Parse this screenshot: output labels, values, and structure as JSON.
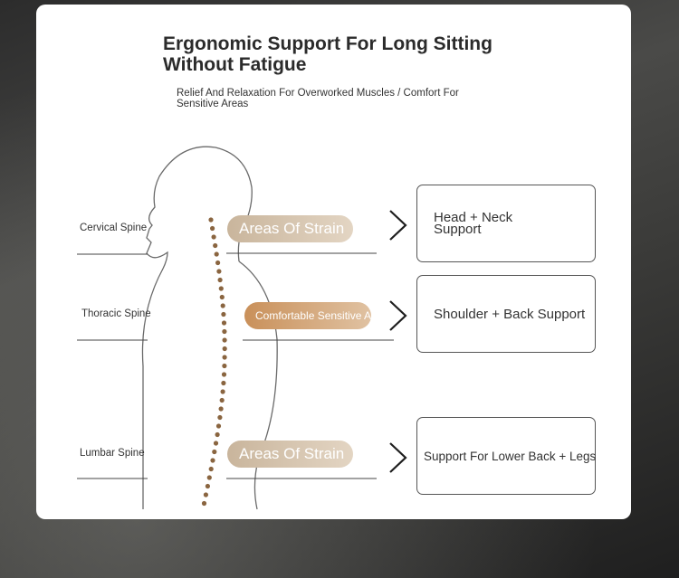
{
  "header": {
    "title": "Ergonomic Support For Long Sitting Without Fatigue",
    "subtitle": "Relief And Relaxation For Overworked Muscles / Comfort For Sensitive Areas"
  },
  "spine_labels": {
    "cervical": "Cervical Spine",
    "thoracic": "Thoracic Spine",
    "lumbar": "Lumbar Spine"
  },
  "pills": {
    "upper": "Areas Of Strain",
    "middle": "Comfortable Sensitive Areas",
    "lower": "Areas Of Strain"
  },
  "supports": {
    "head_neck": "Head + Neck Support",
    "shoulder_back": "Shoulder + Back Support",
    "lower_back_legs": "Support For Lower Back + Legs"
  },
  "colors": {
    "spine_dots": "#8a6540",
    "strain_pill": "#d6c6b0",
    "sensitive_pill": "#d4a678",
    "outline": "#6a6a6a"
  }
}
